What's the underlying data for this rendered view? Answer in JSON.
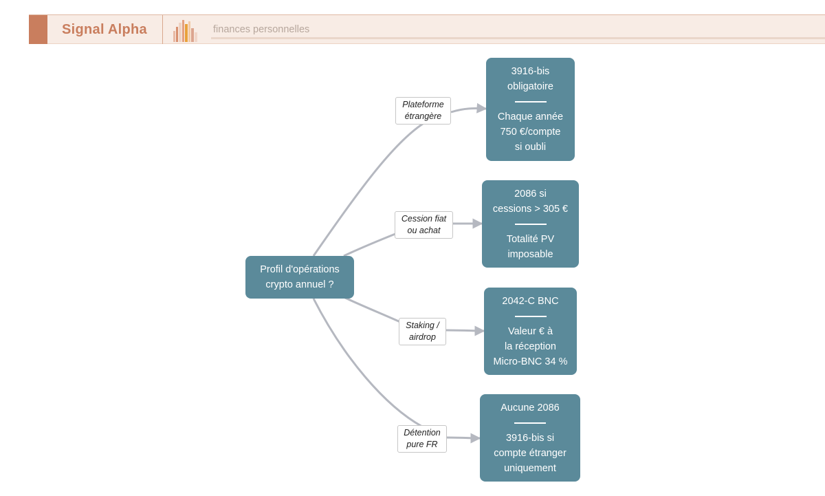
{
  "header": {
    "brand": "Signal Alpha",
    "tagline": "finances personnelles",
    "logo_icon": "bar-chart-books-icon"
  },
  "colors": {
    "node": "#5b8a9a",
    "edge": "#b5b8c0",
    "brand": "#c97e5e",
    "header_bg": "#f8ece5"
  },
  "diagram": {
    "root": {
      "text": "Profil d'opérations\ncrypto annuel ?"
    },
    "branches": [
      {
        "label": "Plateforme\nétrangère",
        "top": "3916-bis\nobligatoire",
        "bottom": "Chaque année\n750 €/compte\nsi oubli"
      },
      {
        "label": "Cession fiat\nou achat",
        "top": "2086 si\ncessions > 305 €",
        "bottom": "Totalité PV\nimposable"
      },
      {
        "label": "Staking /\nairdrop",
        "top": "2042-C BNC",
        "bottom": "Valeur € à\nla réception\nMicro-BNC 34 %"
      },
      {
        "label": "Détention\npure FR",
        "top": "Aucune 2086",
        "bottom": "3916-bis si\ncompte étranger\nuniquement"
      }
    ]
  }
}
